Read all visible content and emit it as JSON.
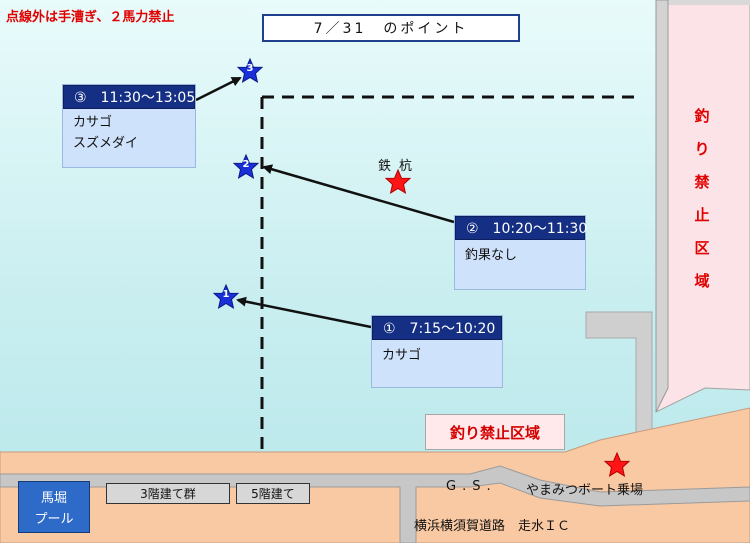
{
  "notice": "点線外は手漕ぎ、２馬力禁止",
  "title": "7／31　のポイント",
  "no_fishing_vertical": [
    "釣",
    "り",
    "禁",
    "止",
    "区",
    "域"
  ],
  "points": [
    {
      "num": "1",
      "header": "①　7:15～10:20",
      "catch": [
        "カサゴ"
      ]
    },
    {
      "num": "2",
      "header": "②　10:20～11:30",
      "catch": [
        "釣果なし"
      ]
    },
    {
      "num": "3",
      "header": "③　11:30～13:05",
      "catch": [
        "カサゴ",
        "スズメダイ"
      ]
    }
  ],
  "iron_pile": "鉄杭",
  "no_fishing_banner": "釣り禁止区域",
  "buildings": [
    "3階建て群",
    "5階建て"
  ],
  "pool": [
    "馬堀",
    "プール"
  ],
  "gs": "G.S.",
  "boat_dock": "やまみつボート乗場",
  "road_name": "横浜横須賀道路　走水ＩＣ",
  "colors": {
    "water": "#c9eef0",
    "land": "#f9c9a3",
    "no_fishing": "#fbe3e7",
    "card_header": "#152f84",
    "card_body": "#cfe2fb",
    "point_star": "#1a2fd8",
    "landmark_star": "#ff1515",
    "alert_text": "#e10000"
  }
}
